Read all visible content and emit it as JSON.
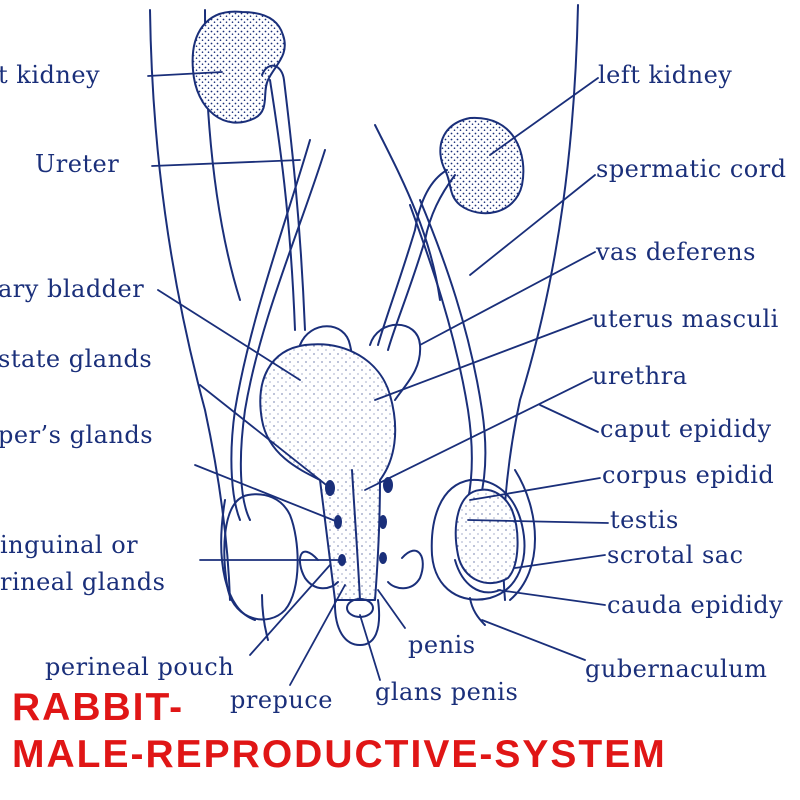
{
  "labels": {
    "right_kidney": "t kidney",
    "ureter": "Ureter",
    "urinary_bladder": "ary bladder",
    "prostate_glands": "state glands",
    "cowpers_glands": "per’s glands",
    "inguinal_or": "inguinal or",
    "perineal_glands": "rineal glands",
    "perineal_pouch": "perineal pouch",
    "prepuce": "prepuce",
    "glans_penis": "glans penis",
    "penis": "penis",
    "left_kidney": "left kidney",
    "spermatic_cord": "spermatic cord",
    "vas_deferens": "vas deferens",
    "uterus_masculinus": "uterus masculi",
    "urethra": "urethra",
    "caput_epididymis": "caput epididy",
    "corpus_epididymis": "corpus epidid",
    "testis": "testis",
    "scrotal_sac": "scrotal sac",
    "cauda_epididymis": "cauda epididy",
    "gubernaculum": "gubernaculum"
  },
  "title": {
    "line1": "RABBIT-",
    "line2": "MALE-REPRODUCTIVE-SYSTEM"
  },
  "colors": {
    "ink": "#1a2f7a",
    "title": "#e01616",
    "background": "#ffffff"
  }
}
